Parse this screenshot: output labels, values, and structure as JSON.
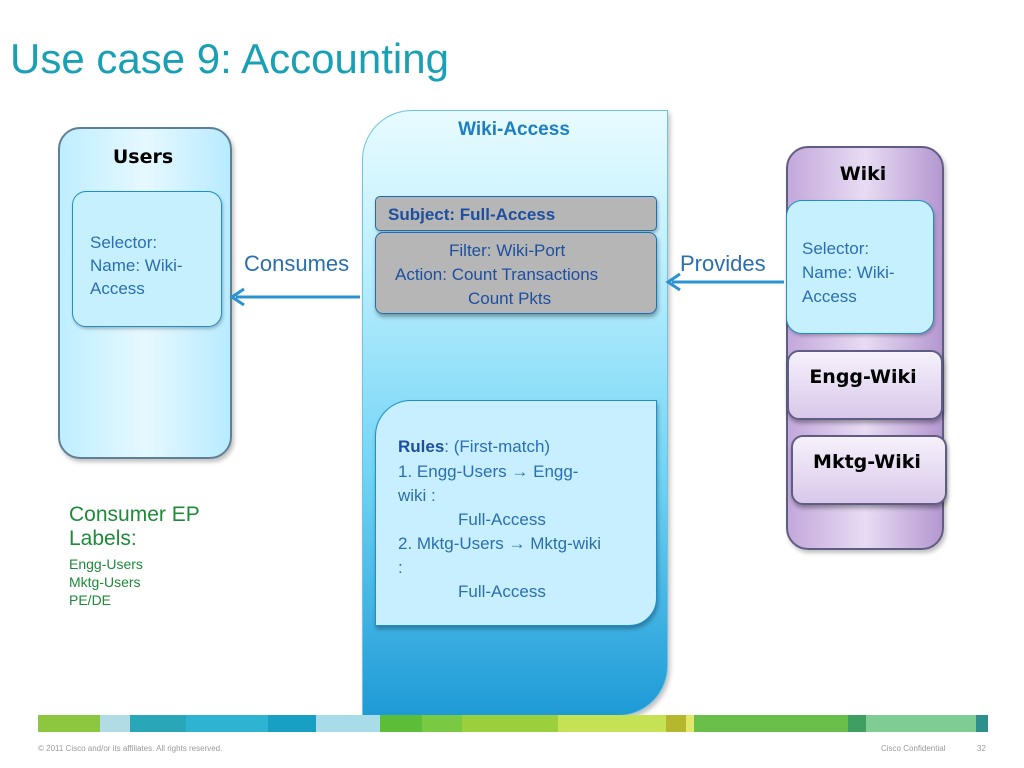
{
  "slide": {
    "title": "Use case 9: Accounting"
  },
  "users": {
    "title": "Users",
    "selector": [
      "Selector:",
      "Name: Wiki-",
      "Access"
    ]
  },
  "wiki_access": {
    "title": "Wiki-Access",
    "subject": "Subject: Full-Access",
    "filter_lines": [
      "Filter: Wiki-Port",
      "Action:  Count Transactions",
      "Count Pkts"
    ],
    "rules": {
      "heading": "Rules",
      "heading_suffix": ": (First-match)",
      "lines": [
        "1. Engg-Users → Engg-",
        "wiki :",
        "Full-Access",
        "2. Mktg-Users → Mktg-wiki",
        ":",
        "Full-Access"
      ]
    }
  },
  "relations": {
    "consumes": "Consumes",
    "provides": "Provides"
  },
  "wiki": {
    "title": "Wiki",
    "selector": [
      "Selector:",
      "Name: Wiki-",
      "Access"
    ],
    "children": [
      "Engg-Wiki",
      "Mktg-Wiki"
    ]
  },
  "consumer_labels": {
    "title": [
      "Consumer EP",
      "Labels:"
    ],
    "items": [
      "Engg-Users",
      "Mktg-Users",
      "PE/DE"
    ]
  },
  "footer": {
    "copyright": "© 2011 Cisco and/or its affiliates. All rights reserved.",
    "confidential": "Cisco Confidential",
    "page_number": "32"
  },
  "colors": {
    "title": "#1aa0b4",
    "body_text": "#2a6fb0",
    "green_text": "#1e8a3a",
    "footer_strip": [
      "#8dc63f",
      "#b1dbe5",
      "#2aa6b9",
      "#17a0c4",
      "#5bbd38",
      "#c5e255",
      "#9bb63a",
      "#6abf4b",
      "#2e9f9c"
    ]
  }
}
